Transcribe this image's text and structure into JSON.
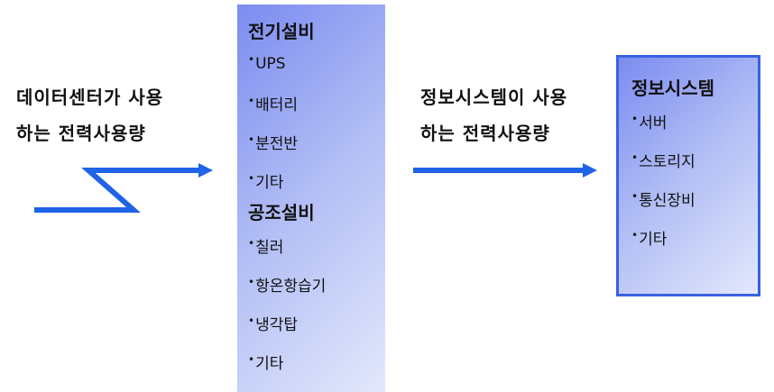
{
  "left_label": {
    "line1": "데이터센터가 사용",
    "line2": "하는 전력사용량"
  },
  "middle_label": {
    "line1": "정보시스템이 사용",
    "line2": "하는 전력사용량"
  },
  "facility_box": {
    "groups": [
      {
        "title": "전기설비",
        "items": [
          "UPS",
          "배터리",
          "분전반",
          "기타"
        ]
      },
      {
        "title": "공조설비",
        "items": [
          "칠러",
          "항온항습기",
          "냉각탑",
          "기타"
        ]
      }
    ]
  },
  "it_box": {
    "title": "정보시스템",
    "items": [
      "서버",
      "스토리지",
      "통신장비",
      "기타"
    ]
  },
  "bullet": "•",
  "colors": {
    "arrow": "#1f63e6",
    "border": "#3a62e0"
  }
}
